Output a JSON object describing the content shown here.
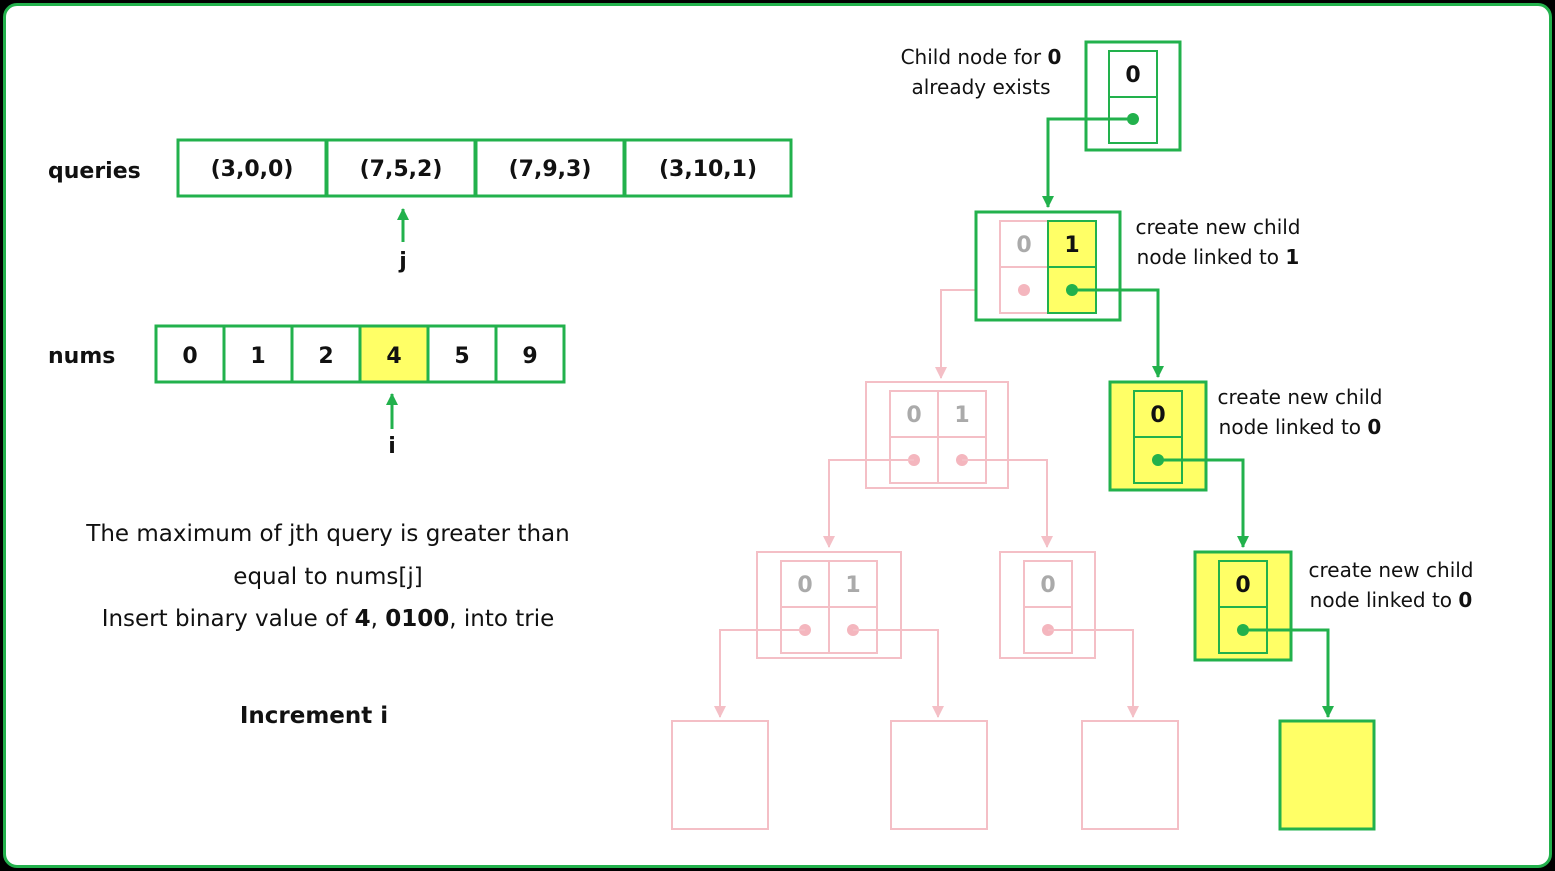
{
  "colors": {
    "green": "#22b14c",
    "pink": "#f4bfc6",
    "pink_dot": "#f4b6be",
    "yellow": "#ffff66",
    "faded_text": "#aaaaaa"
  },
  "queries": {
    "label": "queries",
    "items": [
      "(3,0,0)",
      "(7,5,2)",
      "(7,9,3)",
      "(3,10,1)"
    ],
    "pointer_label": "j",
    "pointer_index": 1
  },
  "nums": {
    "label": "nums",
    "items": [
      "0",
      "1",
      "2",
      "4",
      "5",
      "9"
    ],
    "highlight_index": 3,
    "pointer_label": "i"
  },
  "explanation": {
    "line1": "The maximum of  jth query is greater than",
    "line2": "equal to nums[j]",
    "line3_pre": "Insert binary value of ",
    "line3_b1": "4",
    "line3_mid": ", ",
    "line3_b2": "0100",
    "line3_post": ", into trie",
    "step": "Increment i"
  },
  "trie": {
    "root_bit": "0",
    "level1_bits": [
      "0",
      "1"
    ],
    "left_sub_bits": [
      "0",
      "1"
    ],
    "path_level2_bit": "0",
    "path_level3_bit": "0",
    "ll_bits": [
      "0",
      "1"
    ],
    "lr_bit": "0"
  },
  "annotations": {
    "a1_line1_pre": "Child node for ",
    "a1_line1_b": "0",
    "a1_line2": "already exists",
    "a2_line1": "create new child",
    "a2_line2_pre": "node linked to ",
    "a2_line2_b": "1",
    "a3_line1": "create new child",
    "a3_line2_pre": "node linked to ",
    "a3_line2_b": "0",
    "a4_line1": "create new child",
    "a4_line2_pre": "node linked to ",
    "a4_line2_b": "0"
  }
}
